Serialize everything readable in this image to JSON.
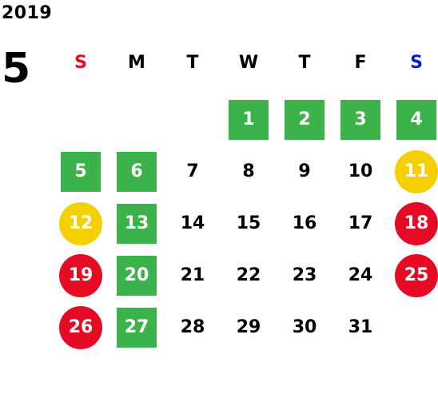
{
  "year": "2019",
  "month": "5",
  "colors": {
    "sunday": "#e60b25",
    "saturday": "#0020d0",
    "green": "#3cb34a",
    "yellow": "#f5d000",
    "red": "#e60b25"
  },
  "weekdays": [
    "S",
    "M",
    "T",
    "W",
    "T",
    "F",
    "S"
  ],
  "days": [
    {
      "label": "1",
      "style": "green"
    },
    {
      "label": "2",
      "style": "green"
    },
    {
      "label": "3",
      "style": "green"
    },
    {
      "label": "4",
      "style": "green"
    },
    {
      "label": "5",
      "style": "green"
    },
    {
      "label": "6",
      "style": "green"
    },
    {
      "label": "7",
      "style": "plain"
    },
    {
      "label": "8",
      "style": "plain"
    },
    {
      "label": "9",
      "style": "plain"
    },
    {
      "label": "10",
      "style": "plain"
    },
    {
      "label": "11",
      "style": "yellow"
    },
    {
      "label": "12",
      "style": "yellow"
    },
    {
      "label": "13",
      "style": "green"
    },
    {
      "label": "14",
      "style": "plain"
    },
    {
      "label": "15",
      "style": "plain"
    },
    {
      "label": "16",
      "style": "plain"
    },
    {
      "label": "17",
      "style": "plain"
    },
    {
      "label": "18",
      "style": "red"
    },
    {
      "label": "19",
      "style": "red"
    },
    {
      "label": "20",
      "style": "green"
    },
    {
      "label": "21",
      "style": "plain"
    },
    {
      "label": "22",
      "style": "plain"
    },
    {
      "label": "23",
      "style": "plain"
    },
    {
      "label": "24",
      "style": "plain"
    },
    {
      "label": "25",
      "style": "red"
    },
    {
      "label": "26",
      "style": "red"
    },
    {
      "label": "27",
      "style": "green"
    },
    {
      "label": "28",
      "style": "plain"
    },
    {
      "label": "29",
      "style": "plain"
    },
    {
      "label": "30",
      "style": "plain"
    },
    {
      "label": "31",
      "style": "plain"
    }
  ]
}
